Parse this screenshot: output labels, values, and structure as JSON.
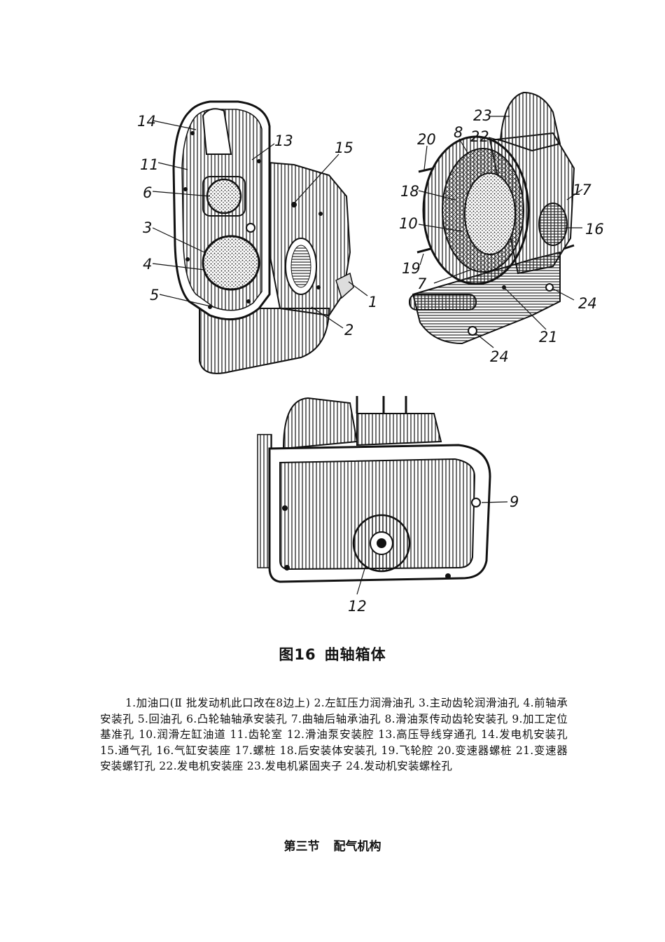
{
  "figure": {
    "number": "图16",
    "title": "曲轴箱体",
    "callouts_left": [
      "14",
      "13",
      "15",
      "11",
      "6",
      "3",
      "4",
      "5",
      "1",
      "2"
    ],
    "callouts_right": [
      "20",
      "8",
      "23",
      "22",
      "18",
      "17",
      "10",
      "16",
      "19",
      "7",
      "24",
      "21",
      "24"
    ],
    "callouts_bottom": [
      "9",
      "12"
    ]
  },
  "legend": [
    "1.加油口(Ⅱ 批发动机此口改在8边上)",
    "2.左缸压力润滑油孔",
    "3.主动齿轮润滑油孔",
    "4.前轴承安装孔",
    "5.回油孔",
    "6.凸轮轴轴承安装孔",
    "7.曲轴后轴承油孔",
    "8.滑油泵传动齿轮安装孔",
    "9.加工定位基准孔",
    "10.润滑左缸油道",
    "11.齿轮室",
    "12.滑油泵安装腔",
    "13.高压导线穿通孔",
    "14.发电机安装孔",
    "15.通气孔",
    "16.气缸安装座",
    "17.螺桩",
    "18.后安装体安装孔",
    "19.飞轮腔",
    "20.变速器螺桩",
    "21.变速器安装螺钉孔",
    "22.发电机安装座",
    "23.发电机紧固夹子",
    "24.发动机安装螺栓孔"
  ],
  "section": {
    "number": "第三节",
    "title": "配气机构"
  }
}
